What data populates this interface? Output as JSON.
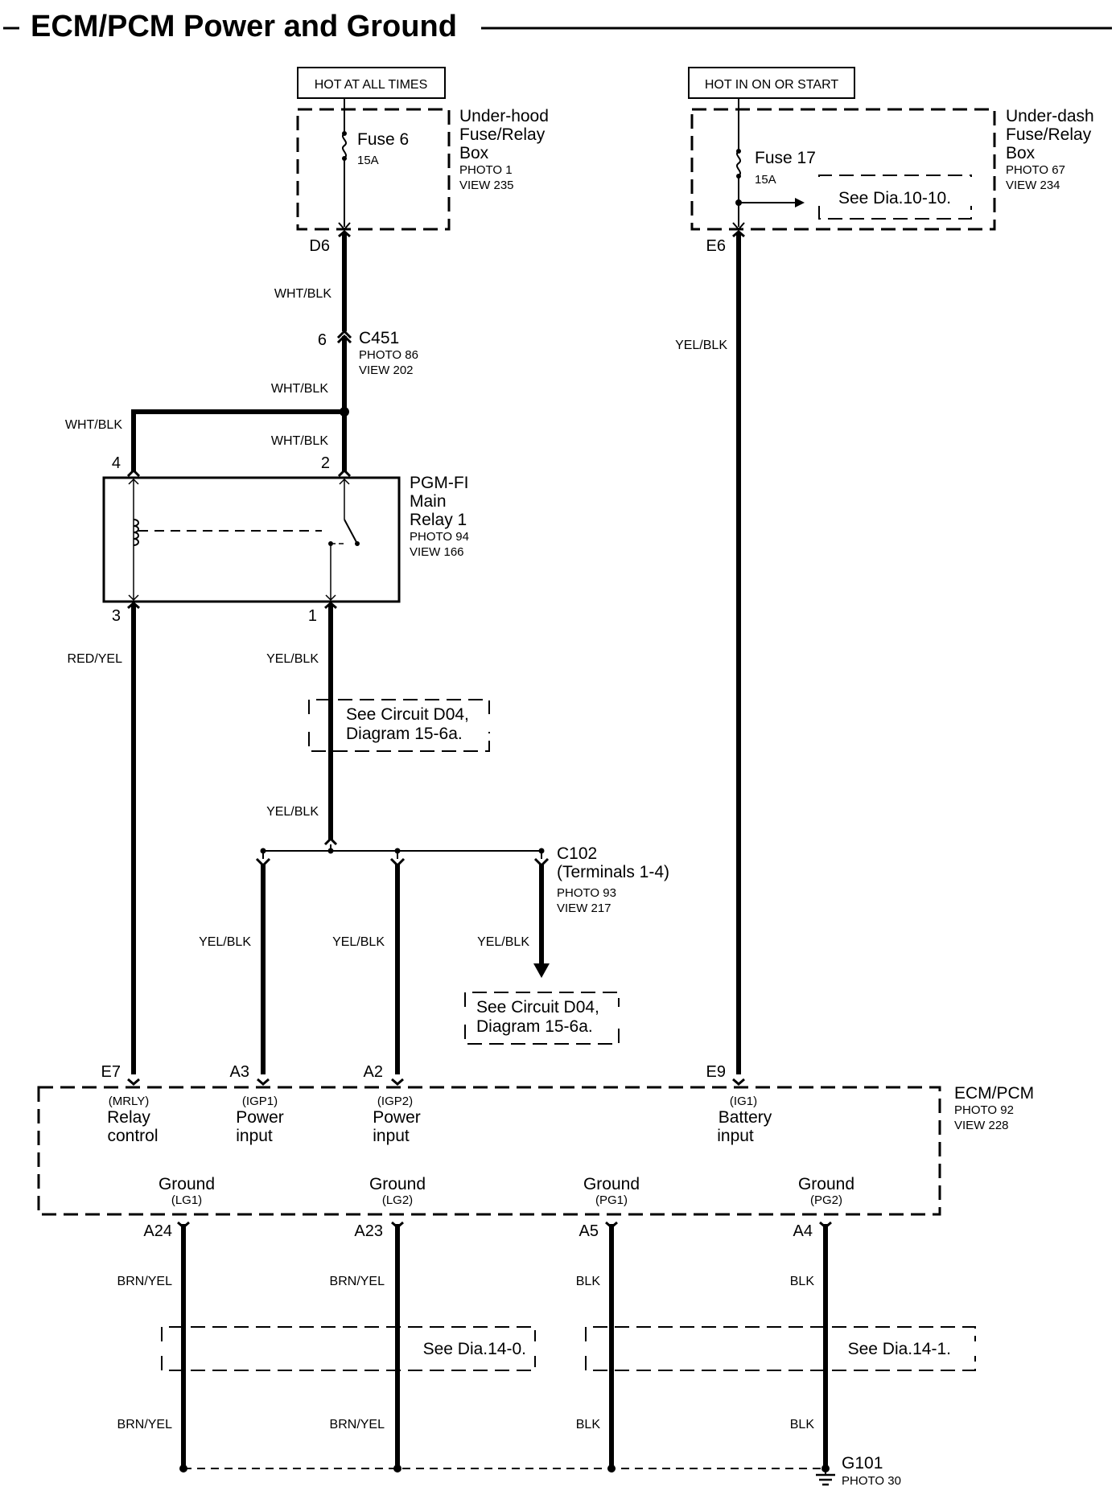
{
  "title": "ECM/PCM Power and Ground",
  "left_supply": {
    "hot_label": "HOT AT ALL TIMES",
    "box_name": [
      "Under-hood",
      "Fuse/Relay",
      "Box"
    ],
    "box_ref": [
      "PHOTO 1",
      "VIEW 235"
    ],
    "fuse": "Fuse 6",
    "fuse_rating": "15A",
    "terminal": "D6"
  },
  "right_supply": {
    "hot_label": "HOT IN ON OR START",
    "box_name": [
      "Under-dash",
      "Fuse/Relay",
      "Box"
    ],
    "box_ref": [
      "PHOTO 67",
      "VIEW 234"
    ],
    "fuse": "Fuse 17",
    "fuse_rating": "15A",
    "see_ref": "See Dia.10-10.",
    "terminal": "E6"
  },
  "connector_c451": {
    "pin": "6",
    "name": "C451",
    "ref": [
      "PHOTO 86",
      "VIEW 202"
    ]
  },
  "relay": {
    "name": [
      "PGM-FI",
      "Main",
      "Relay 1"
    ],
    "ref": [
      "PHOTO 94",
      "VIEW 166"
    ],
    "pins": [
      "4",
      "2",
      "3",
      "1"
    ]
  },
  "connector_c102": {
    "name": "C102",
    "terminals": "(Terminals 1-4)",
    "ref": [
      "PHOTO 93",
      "VIEW 217"
    ]
  },
  "see_circuit": [
    "See Circuit D04,",
    "Diagram 15-6a."
  ],
  "wires": {
    "wht_blk": "WHT/BLK",
    "yel_blk": "YEL/BLK",
    "red_yel": "RED/YEL",
    "brn_yel": "BRN/YEL",
    "blk": "BLK"
  },
  "ecm": {
    "name": "ECM/PCM",
    "ref": [
      "PHOTO 92",
      "VIEW 228"
    ],
    "inputs": [
      {
        "pin": "E7",
        "signal": "(MRLY)",
        "label": [
          "Relay",
          "control"
        ]
      },
      {
        "pin": "A3",
        "signal": "(IGP1)",
        "label": [
          "Power",
          "input"
        ]
      },
      {
        "pin": "A2",
        "signal": "(IGP2)",
        "label": [
          "Power",
          "input"
        ]
      },
      {
        "pin": "E9",
        "signal": "(IG1)",
        "label": [
          "Battery",
          "input"
        ]
      }
    ],
    "grounds": [
      {
        "pin": "A24",
        "label": "Ground",
        "signal": "(LG1)"
      },
      {
        "pin": "A23",
        "label": "Ground",
        "signal": "(LG2)"
      },
      {
        "pin": "A5",
        "label": "Ground",
        "signal": "(PG1)"
      },
      {
        "pin": "A4",
        "label": "Ground",
        "signal": "(PG2)"
      }
    ]
  },
  "ground_refs": [
    "See Dia.14-0.",
    "See Dia.14-1."
  ],
  "ground_point": {
    "name": "G101",
    "ref": "PHOTO 30"
  }
}
